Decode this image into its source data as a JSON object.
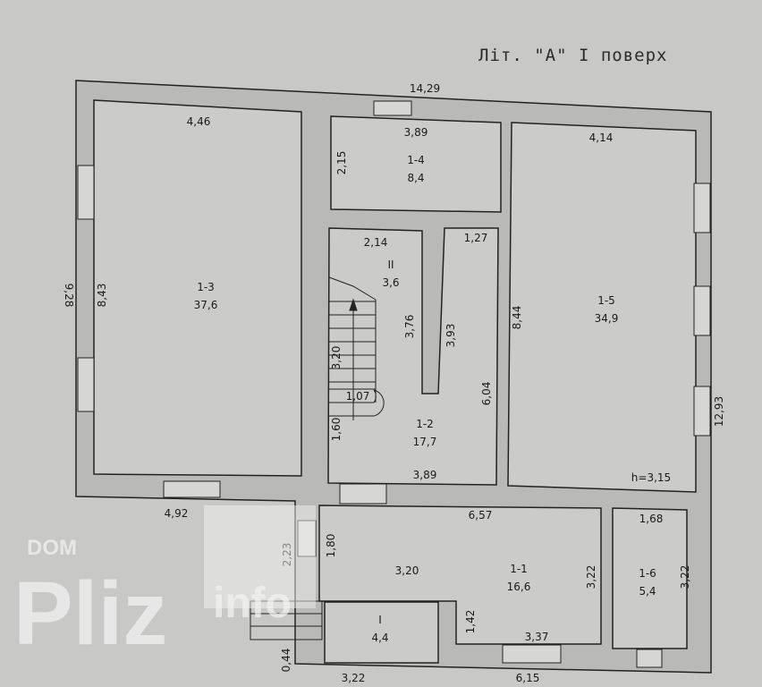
{
  "title": "Літ. \"А\" I поверх",
  "watermark": {
    "prefix": "DOM",
    "brand": "Pliz",
    "suffix": "info"
  },
  "rooms": [
    {
      "id": "1-3",
      "area": "37,6"
    },
    {
      "id": "1-4",
      "area": "8,4"
    },
    {
      "id": "II",
      "area": "3,6"
    },
    {
      "id": "1-2",
      "area": "17,7"
    },
    {
      "id": "1-5",
      "area": "34,9"
    },
    {
      "id": "1-1",
      "area": "16,6"
    },
    {
      "id": "1-6",
      "area": "5,4"
    },
    {
      "id": "I",
      "area": "4,4"
    }
  ],
  "dimensions": {
    "top_total": "14,29",
    "left_total": "9,28",
    "right_total": "12,93",
    "r13_width": "4,46",
    "r13_height": "8,43",
    "r14_width": "3,89",
    "r14_height": "2,15",
    "r12_top": "2,14",
    "r12_right_top": "1,27",
    "r12_inner1": "3,76",
    "r12_inner2": "3,93",
    "r12_height": "6,04",
    "r12_bottom": "3,89",
    "stair_len": "3,20",
    "stair_w": "1,07",
    "r12_left": "1,60",
    "r15_width": "4,14",
    "r15_height": "8,44",
    "ceiling_h": "h=3,15",
    "bottom_left": "4,92",
    "entry": "2,23",
    "r11_top": "6,57",
    "r11_left": "1,80",
    "r11_mid": "3,20",
    "r11_right": "3,22",
    "r11_step": "1,42",
    "r11_bottom": "3,37",
    "r16_width": "1,68",
    "r16_height": "3,22",
    "porch": "0,44",
    "bottom_a": "3,22",
    "bottom_b": "6,15"
  }
}
